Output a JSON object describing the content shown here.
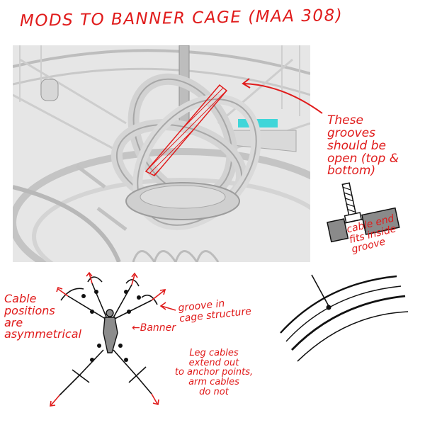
{
  "title": "MODS TO BANNER CAGE (MAA 308)",
  "colors": {
    "annotation": "#e01b1b",
    "ink": "#111111",
    "render_bg": "#e9e9e9",
    "groove_hatch": "#e01b1b"
  },
  "notes": {
    "grooves": [
      "These",
      "grooves",
      "should be",
      "open (top &",
      "bottom)"
    ],
    "cable_end": [
      "cable end",
      "fits inside",
      "groove"
    ],
    "cable_positions": [
      "Cable",
      "positions",
      "are",
      "asymmetrical"
    ],
    "groove_in_cage": [
      "groove in",
      "cage structure"
    ],
    "banner": "←Banner",
    "leg_cables": [
      "Leg cables",
      "extend out",
      "to anchor points,",
      "arm cables",
      "do not"
    ]
  }
}
